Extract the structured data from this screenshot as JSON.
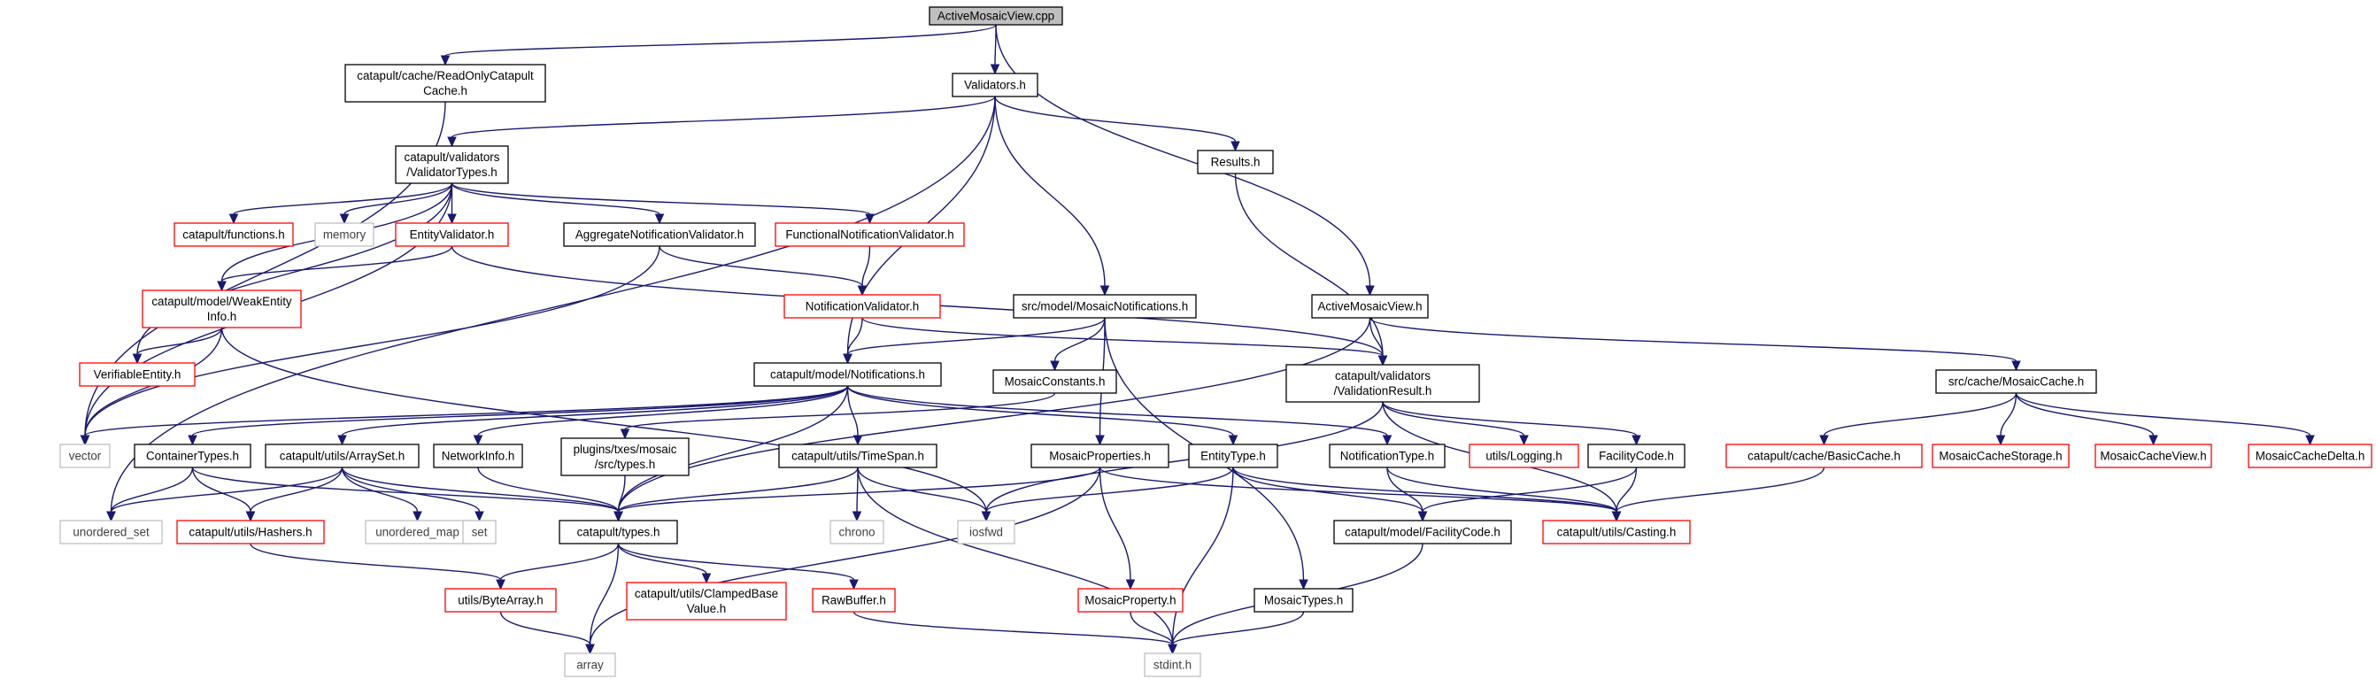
{
  "diagram": {
    "title": "ActiveMosaicView.cpp",
    "colors": {
      "edge": "#191970",
      "root_fill": "#bfbfbf",
      "normal_stroke": "#000000",
      "red_stroke": "#ff0000",
      "system_stroke": "#bfbfbf",
      "system_text": "#404040"
    },
    "nodes": [
      {
        "id": "root",
        "lines": [
          "ActiveMosaicView.cpp"
        ],
        "style": "root"
      },
      {
        "id": "roc",
        "lines": [
          "catapult/cache/ReadOnlyCatapult",
          "Cache.h"
        ],
        "style": "normal"
      },
      {
        "id": "validators",
        "lines": [
          "Validators.h"
        ],
        "style": "normal"
      },
      {
        "id": "vtypes",
        "lines": [
          "catapult/validators",
          "/ValidatorTypes.h"
        ],
        "style": "normal"
      },
      {
        "id": "results",
        "lines": [
          "Results.h"
        ],
        "style": "normal"
      },
      {
        "id": "functions",
        "lines": [
          "catapult/functions.h"
        ],
        "style": "red"
      },
      {
        "id": "memory",
        "lines": [
          "memory"
        ],
        "style": "system"
      },
      {
        "id": "entityval",
        "lines": [
          "EntityValidator.h"
        ],
        "style": "red"
      },
      {
        "id": "aggval",
        "lines": [
          "AggregateNotificationValidator.h"
        ],
        "style": "normal"
      },
      {
        "id": "funcval",
        "lines": [
          "FunctionalNotificationValidator.h"
        ],
        "style": "red"
      },
      {
        "id": "weakentity",
        "lines": [
          "catapult/model/WeakEntity",
          "Info.h"
        ],
        "style": "red"
      },
      {
        "id": "verifiable",
        "lines": [
          "VerifiableEntity.h"
        ],
        "style": "red"
      },
      {
        "id": "notifval",
        "lines": [
          "NotificationValidator.h"
        ],
        "style": "red"
      },
      {
        "id": "mosaicnotif",
        "lines": [
          "src/model/MosaicNotifications.h"
        ],
        "style": "normal"
      },
      {
        "id": "amv",
        "lines": [
          "ActiveMosaicView.h"
        ],
        "style": "normal"
      },
      {
        "id": "notifications",
        "lines": [
          "catapult/model/Notifications.h"
        ],
        "style": "normal"
      },
      {
        "id": "mconst",
        "lines": [
          "MosaicConstants.h"
        ],
        "style": "normal"
      },
      {
        "id": "valresult",
        "lines": [
          "catapult/validators",
          "/ValidationResult.h"
        ],
        "style": "normal"
      },
      {
        "id": "mcache",
        "lines": [
          "src/cache/MosaicCache.h"
        ],
        "style": "normal"
      },
      {
        "id": "vector",
        "lines": [
          "vector"
        ],
        "style": "system"
      },
      {
        "id": "container",
        "lines": [
          "ContainerTypes.h"
        ],
        "style": "normal"
      },
      {
        "id": "arrayset",
        "lines": [
          "catapult/utils/ArraySet.h"
        ],
        "style": "normal"
      },
      {
        "id": "netinfo",
        "lines": [
          "NetworkInfo.h"
        ],
        "style": "normal"
      },
      {
        "id": "plugtypes",
        "lines": [
          "plugins/txes/mosaic",
          "/src/types.h"
        ],
        "style": "normal"
      },
      {
        "id": "timespan",
        "lines": [
          "catapult/utils/TimeSpan.h"
        ],
        "style": "normal"
      },
      {
        "id": "mprops",
        "lines": [
          "MosaicProperties.h"
        ],
        "style": "normal"
      },
      {
        "id": "entitytype",
        "lines": [
          "EntityType.h"
        ],
        "style": "normal"
      },
      {
        "id": "notiftype",
        "lines": [
          "NotificationType.h"
        ],
        "style": "normal"
      },
      {
        "id": "logging",
        "lines": [
          "utils/Logging.h"
        ],
        "style": "red"
      },
      {
        "id": "facility",
        "lines": [
          "FacilityCode.h"
        ],
        "style": "normal"
      },
      {
        "id": "basecache",
        "lines": [
          "catapult/cache/BasicCache.h"
        ],
        "style": "red"
      },
      {
        "id": "mcstorage",
        "lines": [
          "MosaicCacheStorage.h"
        ],
        "style": "red"
      },
      {
        "id": "mcview",
        "lines": [
          "MosaicCacheView.h"
        ],
        "style": "red"
      },
      {
        "id": "mcdelta",
        "lines": [
          "MosaicCacheDelta.h"
        ],
        "style": "red"
      },
      {
        "id": "uset",
        "lines": [
          "unordered_set"
        ],
        "style": "system"
      },
      {
        "id": "hashers",
        "lines": [
          "catapult/utils/Hashers.h"
        ],
        "style": "red"
      },
      {
        "id": "umap",
        "lines": [
          "unordered_map"
        ],
        "style": "system"
      },
      {
        "id": "set",
        "lines": [
          "set"
        ],
        "style": "system"
      },
      {
        "id": "types",
        "lines": [
          "catapult/types.h"
        ],
        "style": "normal"
      },
      {
        "id": "chrono",
        "lines": [
          "chrono"
        ],
        "style": "system"
      },
      {
        "id": "iosfwd",
        "lines": [
          "iosfwd"
        ],
        "style": "system"
      },
      {
        "id": "casting",
        "lines": [
          "catapult/utils/Casting.h"
        ],
        "style": "red"
      },
      {
        "id": "mfacility",
        "lines": [
          "catapult/model/FacilityCode.h"
        ],
        "style": "normal"
      },
      {
        "id": "bytearray",
        "lines": [
          "utils/ByteArray.h"
        ],
        "style": "red"
      },
      {
        "id": "clamped",
        "lines": [
          "catapult/utils/ClampedBase",
          "Value.h"
        ],
        "style": "red"
      },
      {
        "id": "rawbuffer",
        "lines": [
          "RawBuffer.h"
        ],
        "style": "red"
      },
      {
        "id": "mproperty",
        "lines": [
          "MosaicProperty.h"
        ],
        "style": "red"
      },
      {
        "id": "mtypes",
        "lines": [
          "MosaicTypes.h"
        ],
        "style": "normal"
      },
      {
        "id": "array",
        "lines": [
          "array"
        ],
        "style": "system"
      },
      {
        "id": "stdint",
        "lines": [
          "stdint.h"
        ],
        "style": "system"
      }
    ],
    "edges": [
      [
        "root",
        "roc"
      ],
      [
        "root",
        "validators"
      ],
      [
        "root",
        "amv"
      ],
      [
        "roc",
        "vector"
      ],
      [
        "validators",
        "vtypes"
      ],
      [
        "validators",
        "results"
      ],
      [
        "validators",
        "notifications"
      ],
      [
        "validators",
        "mosaicnotif"
      ],
      [
        "validators",
        "uset"
      ],
      [
        "vtypes",
        "functions"
      ],
      [
        "vtypes",
        "memory"
      ],
      [
        "vtypes",
        "entityval"
      ],
      [
        "vtypes",
        "aggval"
      ],
      [
        "vtypes",
        "funcval"
      ],
      [
        "vtypes",
        "weakentity"
      ],
      [
        "vtypes",
        "verifiable"
      ],
      [
        "vtypes",
        "vector"
      ],
      [
        "results",
        "valresult"
      ],
      [
        "entityval",
        "weakentity"
      ],
      [
        "entityval",
        "valresult"
      ],
      [
        "aggval",
        "notifval"
      ],
      [
        "aggval",
        "vector"
      ],
      [
        "funcval",
        "notifval"
      ],
      [
        "weakentity",
        "verifiable"
      ],
      [
        "weakentity",
        "vector"
      ],
      [
        "weakentity",
        "iosfwd"
      ],
      [
        "notifval",
        "notifications"
      ],
      [
        "notifval",
        "valresult"
      ],
      [
        "mosaicnotif",
        "notifications"
      ],
      [
        "mosaicnotif",
        "mconst"
      ],
      [
        "mosaicnotif",
        "mprops"
      ],
      [
        "mosaicnotif",
        "mtypes"
      ],
      [
        "amv",
        "valresult"
      ],
      [
        "amv",
        "mcache"
      ],
      [
        "amv",
        "types"
      ],
      [
        "notifications",
        "vector"
      ],
      [
        "notifications",
        "container"
      ],
      [
        "notifications",
        "arrayset"
      ],
      [
        "notifications",
        "netinfo"
      ],
      [
        "notifications",
        "timespan"
      ],
      [
        "notifications",
        "entitytype"
      ],
      [
        "notifications",
        "notiftype"
      ],
      [
        "notifications",
        "types"
      ],
      [
        "mconst",
        "plugtypes"
      ],
      [
        "valresult",
        "logging"
      ],
      [
        "valresult",
        "facility"
      ],
      [
        "valresult",
        "casting"
      ],
      [
        "valresult",
        "iosfwd"
      ],
      [
        "mcache",
        "basecache"
      ],
      [
        "mcache",
        "mcstorage"
      ],
      [
        "mcache",
        "mcview"
      ],
      [
        "mcache",
        "mcdelta"
      ],
      [
        "container",
        "uset"
      ],
      [
        "container",
        "hashers"
      ],
      [
        "container",
        "types"
      ],
      [
        "arrayset",
        "uset"
      ],
      [
        "arrayset",
        "hashers"
      ],
      [
        "arrayset",
        "umap"
      ],
      [
        "arrayset",
        "set"
      ],
      [
        "arrayset",
        "types"
      ],
      [
        "netinfo",
        "types"
      ],
      [
        "plugtypes",
        "types"
      ],
      [
        "timespan",
        "chrono"
      ],
      [
        "timespan",
        "iosfwd"
      ],
      [
        "timespan",
        "types"
      ],
      [
        "timespan",
        "stdint"
      ],
      [
        "mprops",
        "types"
      ],
      [
        "mprops",
        "mproperty"
      ],
      [
        "mprops",
        "array"
      ],
      [
        "mprops",
        "casting"
      ],
      [
        "entitytype",
        "mfacility"
      ],
      [
        "entitytype",
        "casting"
      ],
      [
        "entitytype",
        "iosfwd"
      ],
      [
        "entitytype",
        "stdint"
      ],
      [
        "notiftype",
        "mfacility"
      ],
      [
        "notiftype",
        "casting"
      ],
      [
        "facility",
        "mfacility"
      ],
      [
        "facility",
        "casting"
      ],
      [
        "basecache",
        "casting"
      ],
      [
        "hashers",
        "bytearray"
      ],
      [
        "types",
        "bytearray"
      ],
      [
        "types",
        "clamped"
      ],
      [
        "types",
        "rawbuffer"
      ],
      [
        "types",
        "array"
      ],
      [
        "mfacility",
        "stdint"
      ],
      [
        "bytearray",
        "array"
      ],
      [
        "rawbuffer",
        "stdint"
      ],
      [
        "mproperty",
        "stdint"
      ],
      [
        "mtypes",
        "stdint"
      ]
    ]
  }
}
